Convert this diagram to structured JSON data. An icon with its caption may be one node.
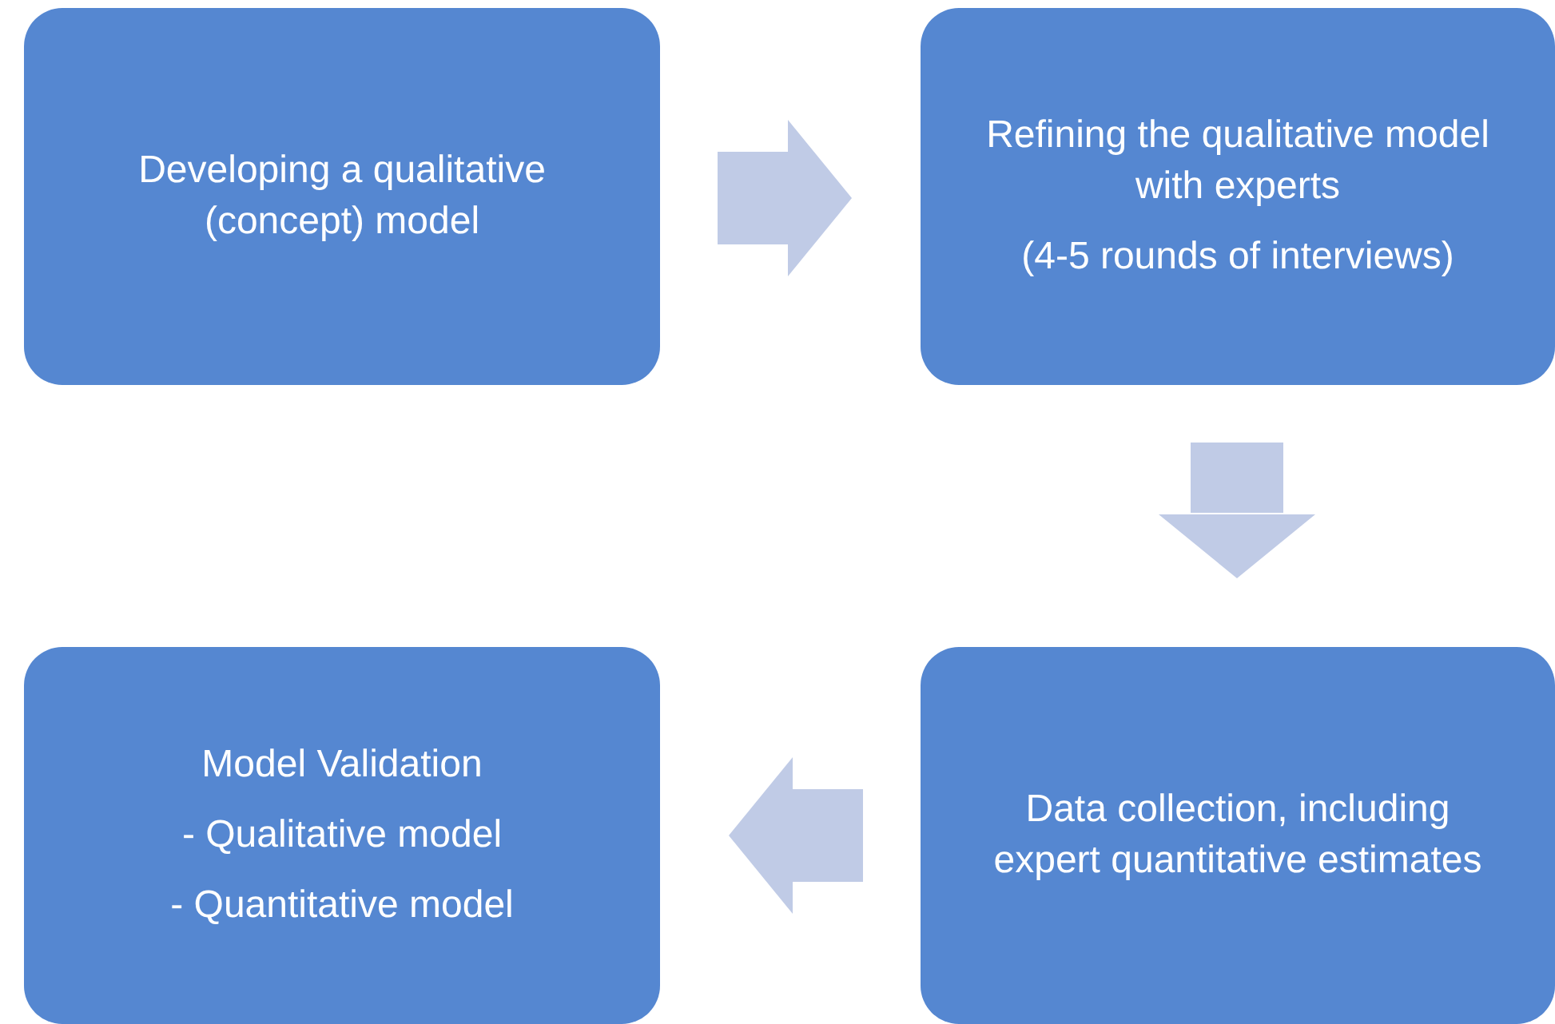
{
  "diagram": {
    "nodes": [
      {
        "text": [
          "Developing a qualitative (concept) model"
        ]
      },
      {
        "text": [
          "Refining the qualitative model with experts",
          "(4-5 rounds of interviews)"
        ]
      },
      {
        "text": [
          "Data collection, including expert quantitative estimates"
        ]
      },
      {
        "text": [
          "Model Validation",
          "- Qualitative model",
          "- Quantitative model"
        ]
      }
    ],
    "edges": [
      {
        "from": 0,
        "to": 1,
        "arrow": "to"
      },
      {
        "from": 1,
        "to": 2,
        "arrow": "to"
      },
      {
        "from": 2,
        "to": 3,
        "arrow": "to"
      }
    ]
  }
}
